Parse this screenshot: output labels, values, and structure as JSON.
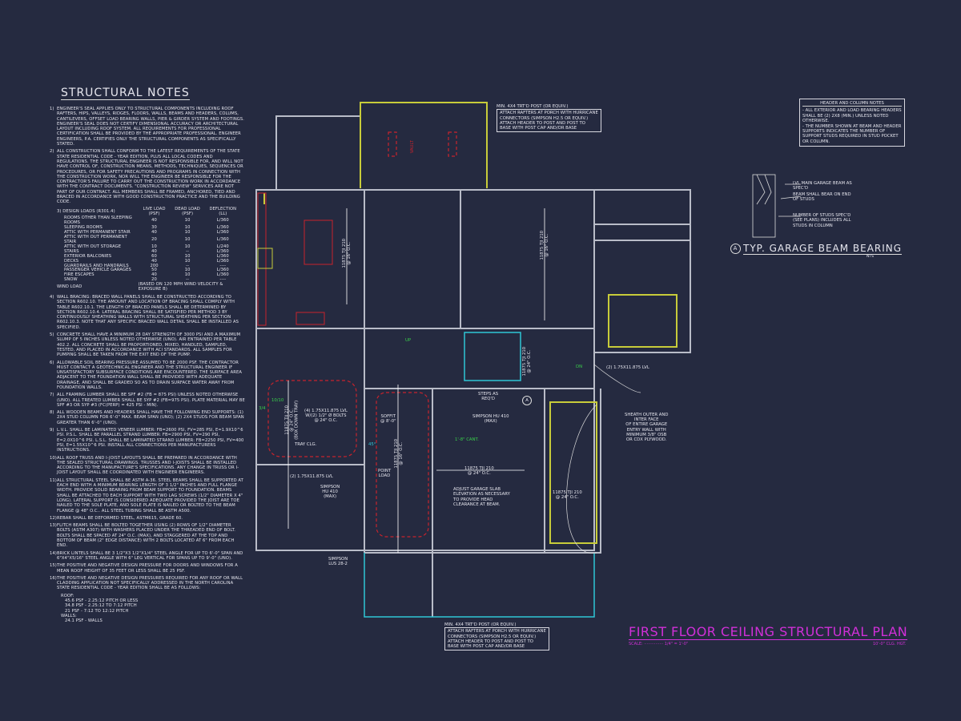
{
  "structural_notes": {
    "title": "STRUCTURAL NOTES",
    "paragraphs": [
      {
        "num": "1)",
        "text": "ENGINEER'S SEAL APPLIES ONLY TO STRUCTURAL COMPONENTS INCLUDING ROOF RAFTERS, HIPS, VALLEYS, RIDGES, FLOORS, WALLS, BEAMS AND HEADERS, COLUMS, CANTILEVERS, OFFSET LOAD BEARING WALLS, PIER & GIRDER SYSTEM AND FOOTINGS. ENGINEER'S SEAL DOES NOT CERTIFY DIMENSIONAL ACCURACY OR ARCHITECTURAL LAYOUT INCLUDING ROOF SYSTEM. ALL REQUIREMENTS FOR PROFESSIONAL CERTIFICATION SHALL BE PROVIDED BY THE APPROPRIATE PROFESSIONAL. ENGINEER ENGINEERS, P.A. CERTIFIES ONLY THE STRUCTURAL COMPONENTS AS SPECIFICALLY STATED."
      },
      {
        "num": "2)",
        "text": "ALL CONSTRUCTION SHALL CONFORM TO THE LATEST REQUIREMENTS OF THE STATE STATE RESIDENTIAL CODE - YEAR EDITION, PLUS ALL LOCAL CODES AND REGULATIONS. THE STRUCTURAL ENGINEER IS NOT RESPONSIBLE FOR, AND WILL NOT HAVE CONTROL OF, CONSTRUCTION MEANS, METHODS, TECHNIQUES, SEQUENCES OR PROCEDURES, OR FOR SAFETY PRECAUTIONS AND PROGRAMS IN CONNECTION WITH THE CONSTRUCTION WORK, NOR WILL THE ENGINEER BE RESPONSIBLE FOR THE CONTRACTOR'S FAILURE TO CARRY OUT THE CONSTRUCTION WORK IN ACCORDANCE WITH THE CONTRACT DOCUMENTS. \"CONSTRUCTION REVIEW\" SERVICES ARE NOT PART OF OUR CONTRACT. ALL MEMBERS SHALL BE FRAMED, ANCHORED, TIED AND BRACED IN ACCORDANCE WITH GOOD CONSTRUCTION PRACTICE AND THE BUILDING CODE."
      }
    ],
    "design_loads": {
      "num": "3)",
      "headers": [
        "DESIGN LOADS (R301.4)",
        "LIVE LOAD (PSF)",
        "DEAD LOAD (PSF)",
        "DEFLECTION (LL)"
      ],
      "rows": [
        [
          "ROOMS OTHER THAN SLEEPING ROOMS",
          "40",
          "10",
          "L/360"
        ],
        [
          "SLEEPING ROOMS",
          "30",
          "10",
          "L/360"
        ],
        [
          "ATTIC WITH PERMANENT STAIR",
          "40",
          "10",
          "L/360"
        ],
        [
          "ATTIC WITH OUT PERMANENT STAIR",
          "20",
          "10",
          "L/360"
        ],
        [
          "ATTIC WITH OUT STORAGE",
          "10",
          "10",
          "L/240"
        ],
        [
          "STAIRS",
          "40",
          "--",
          "L/360"
        ],
        [
          "EXTERIOR BALCONIES",
          "60",
          "10",
          "L/360"
        ],
        [
          "DECKS",
          "40",
          "10",
          "L/360"
        ],
        [
          "GUARDRAILS AND HANDRAILS",
          "200",
          "--",
          "----"
        ],
        [
          "PASSENGER VEHICLE GARAGES",
          "50",
          "10",
          "L/360"
        ],
        [
          "FIRE ESCAPES",
          "40",
          "10",
          "L/360"
        ],
        [
          "SNOW",
          "20",
          "--",
          "----"
        ]
      ],
      "wind_label": "WIND LOAD",
      "wind_value": "(BASED ON 120 MPH WIND VELOCITY & EXPOSURE B)"
    },
    "paragraphs2": [
      {
        "num": "4)",
        "text": "WALL BRACING: BRACED WALL PANELS SHALL BE CONSTRUCTED ACCORDING TO SECTION R602.10. THE AMOUNT AND LOCATION OF BRACING SHALL COMPLY WITH TABLE R602.10.1. THE LENGTH OF BRACED PANELS SHALL BE DETERMINED BY SECTION R602.10.4. LATERAL BRACING SHALL BE SATISFIED PER METHOD 3 BY CONTINUOUSLY SHEATHING WALLS WITH STRUCTURAL SHEATHING PER SECTION R602.10.3. NOTE THAT ANY SPECIFIC BRACED WALL DETAIL SHALL BE INSTALLED AS SPECIFIED."
      },
      {
        "num": "5)",
        "text": "CONCRETE SHALL HAVE A MINIMUM 28 DAY STRENGTH OF 3000 PSI AND A MAXIMUM SLUMP OF 5 INCHES UNLESS NOTED OTHERWISE (UNO). AIR ENTRAINED PER TABLE 402.2. ALL CONCRETE SHALL BE PROPORTIONED, MIXED, HANDLED, SAMPLED, TESTED, AND PLACED IN ACCORDANCE WITH ACI STANDARDS. ALL SAMPLES FOR PUMPING SHALL BE TAKEN FROM THE EXIT END OF THE PUMP."
      },
      {
        "num": "6)",
        "text": "ALLOWABLE SOIL BEARING PRESSURE ASSUMED TO BE 2000 PSF. THE CONTRACTOR MUST CONTACT A GEOTECHNICAL ENGINEER AND THE STRUCTURAL ENGINEER IF UNSATISFACTORY SUBSURFACE CONDITIONS ARE ENCOUNTERED. THE SURFACE AREA ADJACENT TO THE FOUNDATION WALL SHALL BE PROVIDED WITH ADEQUATE DRAINAGE, AND SHALL BE GRADED SO AS TO DRAIN SURFACE WATER AWAY FROM FOUNDATION WALLS."
      },
      {
        "num": "7)",
        "text": "ALL FRAMING LUMBER SHALL BE SPF #2 (Fb = 875 PSI) UNLESS NOTED OTHERWISE (UNO). ALL TREATED LUMBER SHALL BE SYP #2 (Fb=975 PSI). PLATE MATERIAL MAY BE SPF #3 OR SYP #3 (Fc(perp) = 425 PSI - MIN)."
      },
      {
        "num": "8)",
        "text": "ALL WOODEN BEAMS AND HEADERS SHALL HAVE THE FOLLOWING END SUPPORTS: (1) 2x4 STUD COLUMN FOR 6'-0\" MAX. BEAM SPAN (UNO); (2) 2x4 STUDS FOR BEAM SPAN GREATER THAN 6'-0\" (UNO)."
      },
      {
        "num": "9)",
        "text": "L.V.L. SHALL BE LAMINATED VENEER LUMBER: Fb=2600 PSI, Fv=285 PSI, E=1.9x10^6 PSI. P.S.L. SHALL BE PARALLEL STRAND LUMBER: Fb=2900 PSI, Fv=290 PSI, E=2.0x10^6 PSI. L.S.L. SHALL BE LAMINATED STRAND LUMBER: Fb=2250 PSI, Fv=400 PSI, E=1.55x10^6 PSI. INSTALL ALL CONNECTIONS PER MANUFACTURERS INSTRUCTIONS."
      },
      {
        "num": "10)",
        "text": "ALL ROOF TRUSS AND I-JOIST LAYOUTS SHALL BE PREPARED IN ACCORDANCE WITH THE SEALED STRUCTURAL DRAWINGS. TRUSSES AND I-JOISTS SHALL BE INSTALLED ACCORDING TO THE MANUFACTURE'S SPECIFICATIONS. ANY CHANGE IN TRUSS OR I-JOIST LAYOUT SHALL BE COORDINATED WITH ENGINEER ENGINEERS."
      },
      {
        "num": "11)",
        "text": "ALL STRUCTURAL STEEL SHALL BE ASTM A-36. STEEL BEAMS SHALL BE SUPPORTED AT EACH END WITH A MINIMUM BEARING LENGTH OF 3 1/2\" INCHES AND FULL FLANGE WIDTH. PROVIDE SOLID BEARING FROM BEAM SUPPORT TO FOUNDATION. BEAMS SHALL BE ATTACHED TO EACH SUPPORT WITH TWO LAG SCREWS (1/2\" DIAMETER x 4\" LONG). LATERAL SUPPORT IS CONSIDERED ADEQUATE PROVIDED THE JOIST ARE TOE NAILED TO THE SOLE PLATE, AND SOLE PLATE IS NAILED OR BOLTED TO THE BEAM FLANGE @ 48\" O.C.. ALL STEEL TUBING SHALL BE ASTM A500."
      },
      {
        "num": "12)",
        "text": "REBAR SHALL BE DEFORMED STEEL, ASTM615, GRADE 60."
      },
      {
        "num": "13)",
        "text": "FLITCH BEAMS SHALL BE BOLTED TOGETHER USING (2) ROWS OF 1/2\" DIAMETER BOLTS (ASTM A307) WITH WASHERS PLACED UNDER THE THREADED END OF BOLT. BOLTS SHALL BE SPACED AT 24\" O.C. (MAX), AND STAGGERED AT THE TOP AND BOTTOM OF BEAM (2\" EDGE DISTANCE) WITH 2 BOLTS LOCATED AT 6\" FROM EACH END."
      },
      {
        "num": "14)",
        "text": "BRICK LINTELS SHALL BE 3 1/2\"x3 1/2\"x1/4\" STEEL ANGLE FOR UP TO 6'-0\" SPAN AND 6\"x4\"x5/16\" STEEL ANGLE WITH 6\" LEG VERTICAL FOR SPANS UP TO 9'-0\" (UNO)."
      },
      {
        "num": "15)",
        "text": "THE POSITIVE AND NEGATIVE DESIGN PRESSURE FOR DOORS AND WINDOWS FOR A MEAN ROOF HEIGHT OF 35 FEET OR LESS SHALL BE 25 PSF."
      },
      {
        "num": "16)",
        "text": "THE POSITIVE AND NEGATIVE DESIGN PRESSURES REQUIRED FOR ANY ROOF OR WALL CLADDING APPLICATION NOT SPECIFICALLY ADDRESSED IN THE NORTH CAROLINA STATE RESIDENTIAL CODE - YEAR EDITION SHALL BE AS FOLLOWS:"
      }
    ],
    "roof_label": "ROOF:",
    "roof_items": [
      "45.6 PSF - 2.25:12 PITCH OR LESS",
      "34.8 PSF - 2.25:12 TO 7:12 PITCH",
      "21 PSF - 7:12 TO 12:12 PITCH"
    ],
    "walls_label": "WALLS:",
    "walls_items": [
      "24.1 PSF - WALLS"
    ]
  },
  "header_column_notes": {
    "title": "HEADER AND COLUMN NOTES",
    "items": [
      "- ALL EXTERIOR AND LOAD BEARING HEADERS SHALL BE (2) 2x8 (MIN.) UNLESS NOTED OTHERWISE.",
      "- THE NUMBER SHOWN AT BEAM AND HEADER SUPPORTS INDICATES THE NUMBER OF SUPPORT STUDS REQUIRED IN STUD POCKET OR COLUMN."
    ]
  },
  "garage_beam_detail": {
    "marker": "A",
    "title": "TYP. GARAGE BEAM BEARING",
    "scale": "NTS",
    "notes": [
      "LVL MAIN GARAGE BEAM AS SPEC'D",
      "BEAM SHALL BEAR ON END OF STUDS",
      "NUMBER OF STUDS SPEC'D (SEE PLANS) INCLUDES ALL STUDS IN COLUMN"
    ]
  },
  "callouts": {
    "porch_top": [
      "MIN. 4x4 TRT'D POST (OR EQUIV.)",
      "ATTACH RAFTERS AT PORCH WITH HURRICANE",
      "CONNECTORS (SIMPSON H2.5 OR EQUIV.)",
      "ATTACH HEADER TO POST AND POST TO",
      "BASE WITH POST CAP AND/OR BASE"
    ],
    "porch_bottom": [
      "MIN. 4x4 TRT'D POST (OR EQUIV.)",
      "ATTACH RAFTERS AT PORCH WITH HURRICANE",
      "CONNECTORS (SIMPSON H2.5 OR EQUIV.)",
      "ATTACH HEADER TO POST AND POST TO",
      "BASE WITH POST CAP AND/OR BASE"
    ],
    "sheath": [
      "SHEATH OUTER AND",
      "INTER FACE",
      "OF ENTIRE GARAGE",
      "ENTRY WALL WITH",
      "MINIMUM 3/8\" OSB",
      "OR CDX PLYWOOD."
    ],
    "adjust_slab": [
      "ADJUST GARAGE SLAB",
      "ELEVATION AS NECESSARY",
      "TO PROVIDE HEAD",
      "CLEARANCE AT BEAM."
    ]
  },
  "plan_labels": {
    "vault": "VAULT",
    "joist_kitchen": [
      "11875 TJI 210",
      "@ 16\" O.C."
    ],
    "joist_right": [
      "11875 TJI 210",
      "@ 16\" O.C."
    ],
    "joist_hall": [
      "11875 TJI 210",
      "@ 24\" O.C."
    ],
    "joist_dining": [
      "11875 TJI 210",
      "@ 24\" O.C.",
      "(BOX DOWN TRAY)"
    ],
    "joist_foyer": [
      "11875 TJI 210",
      "@ 16\" O.C."
    ],
    "joist_garage1": [
      "11875 TJI 210",
      "@ 24\" O.C."
    ],
    "joist_garage2": [
      "11875 TJI 210",
      "@ 24\" O.C."
    ],
    "lvl_bolts": [
      "(4) 1.75x11.875 LVL",
      "w/(2) 1/2\" Ø BOLTS",
      "@ 24\" O.C."
    ],
    "soffit": [
      "SOFFIT",
      "@ 8'-0\""
    ],
    "tray_clg": "TRAY CLG.",
    "point_load": [
      "POINT",
      "LOAD"
    ],
    "lvl_left": "(2) 1.75x11.875 LVL",
    "simpson_left": [
      "SIMPSON",
      "HU 410",
      "(MAX)"
    ],
    "simpson_center": [
      "SIMPSON HU 410",
      "(MAX)"
    ],
    "simpson_lus": [
      "SIMPSON",
      "LUS 28-2"
    ],
    "lvl_right": "(2) 1.75x11.875 LVL",
    "steps": [
      "STEPS AS",
      "REQ'D"
    ],
    "marker_a": "A",
    "cant": "1'-8\" CANT.",
    "angle": "45°",
    "up": "UP",
    "dn": "DN",
    "stud_10": "10/10",
    "stud_34": "3/4"
  },
  "drawing_title": {
    "title": "FIRST FLOOR CEILING STRUCTURAL PLAN",
    "scale_label": "SCALE: ··············· 1/4\" = 1'-0\"",
    "ceiling_height": "10'-0\" CLG. HGT."
  },
  "colors": {
    "background": "#252a40",
    "wall": "#b9bcc8",
    "yellow": "#c8cc3a",
    "red": "#c8232c",
    "cyan": "#2fc6d6",
    "green": "#39d24a",
    "magenta": "#d12fd8"
  }
}
